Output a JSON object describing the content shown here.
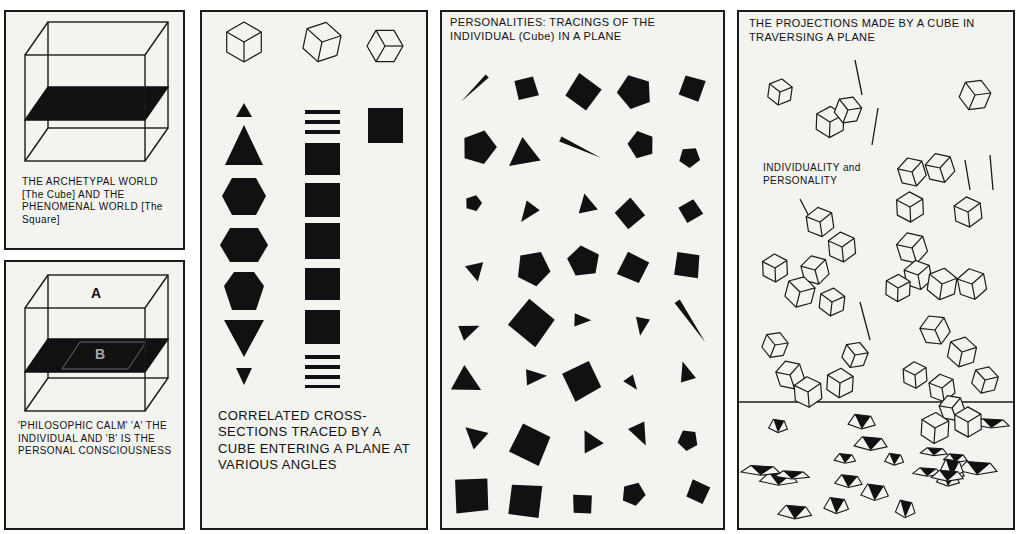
{
  "diagram": {
    "nodes": [
      {
        "text": [
          "THE ARCHETYPAL WORLD [The Cube] AND THE PHENOMENAL WORLD [The Square]"
        ]
      },
      {
        "text": [
          "'PHILOSOPHIC CALM' 'A' THE INDIVIDUAL AND 'B' IS THE PERSONAL CONSCIOUSNESS"
        ]
      },
      {
        "text": [
          "CORRELATED CROSS-SECTIONS TRACED BY A CUBE ENTERING A PLANE AT VARIOUS ANGLES"
        ]
      },
      {
        "text": [
          "PERSONALITIES: TRACINGS OF THE INDIVIDUAL (Cube) IN A PLANE"
        ]
      },
      {
        "text": [
          "THE PROJECTIONS MADE BY A CUBE IN TRAVERSING A PLANE",
          "INDIVIDUALITY and PERSONALITY"
        ]
      }
    ],
    "labels": [
      "A",
      "B"
    ]
  }
}
